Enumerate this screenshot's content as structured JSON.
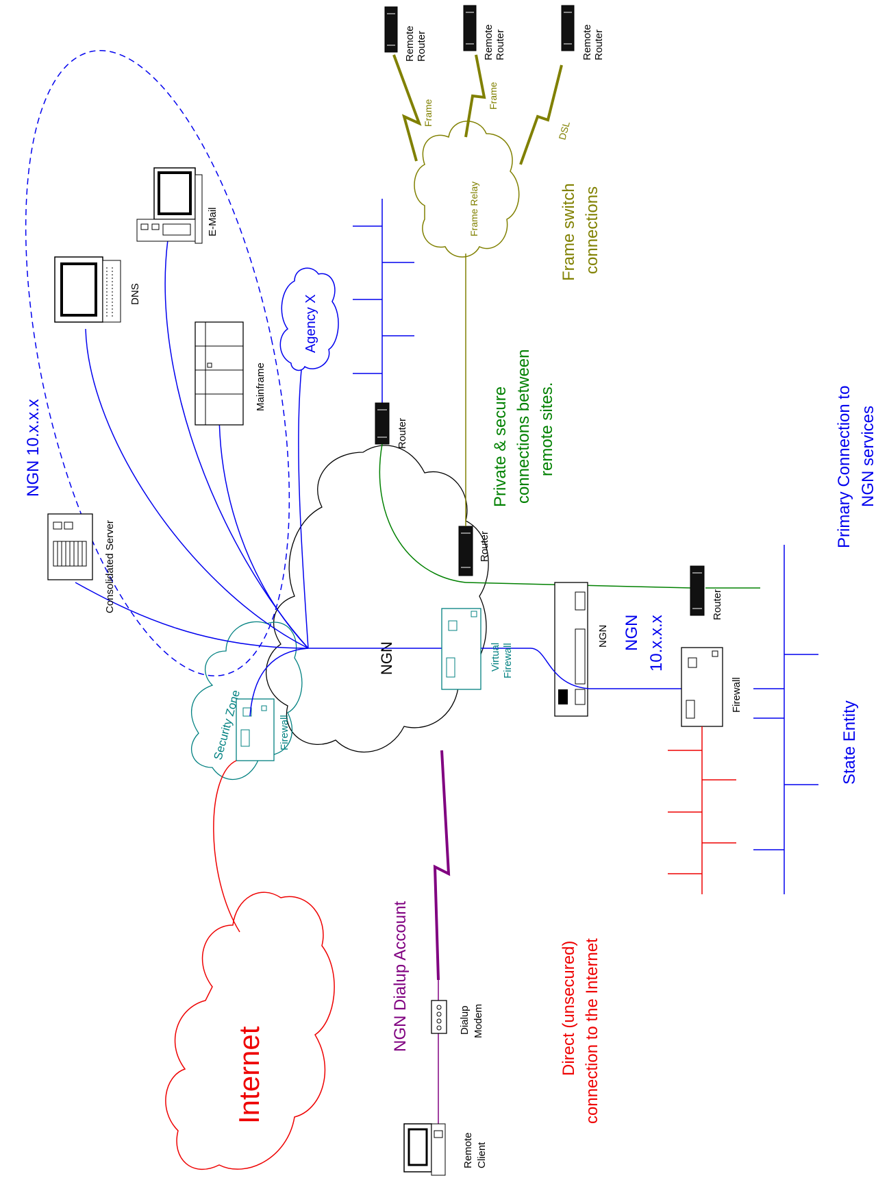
{
  "colors": {
    "blue": "#0000ee",
    "red": "#ee0000",
    "olive": "#808000",
    "green": "#008000",
    "teal": "#008080",
    "purple": "#800080",
    "black": "#000000"
  },
  "labels": {
    "ngn_cloud": "NGN",
    "internet": "Internet",
    "security_zone": "Security Zone",
    "firewall": "Firewall",
    "virtual_firewall_1": "Virtual",
    "virtual_firewall_2": "Firewall",
    "ngn_range_main": "NGN 10.x.x.x",
    "agency_x": "Agency X",
    "consolidated_server": "Consolidated Server",
    "dns": "DNS",
    "email": "E-Mail",
    "mainframe": "Mainframe",
    "router": "Router",
    "remote_router_1": "Remote",
    "remote_router_2": "Router",
    "frame_relay": "Frame Relay",
    "frame": "Frame",
    "dsl": "DSL",
    "frame_switch_1": "Frame switch",
    "frame_switch_2": "connections",
    "private_secure_1": "Private & secure",
    "private_secure_2": "connections between",
    "private_secure_3": "remote sites.",
    "primary_conn_1": "Primary Connection to",
    "primary_conn_2": "NGN services",
    "ngn_device": "NGN",
    "ngn_right_1": "NGN",
    "ngn_right_2": "10.x.x.x",
    "state_entity": "State Entity",
    "direct_1": "Direct (unsecured)",
    "direct_2": "connection to the Internet",
    "dialup_account": "NGN Dialup Account",
    "dialup_modem_1": "Dialup",
    "dialup_modem_2": "Modem",
    "remote_client_1": "Remote",
    "remote_client_2": "Client"
  }
}
